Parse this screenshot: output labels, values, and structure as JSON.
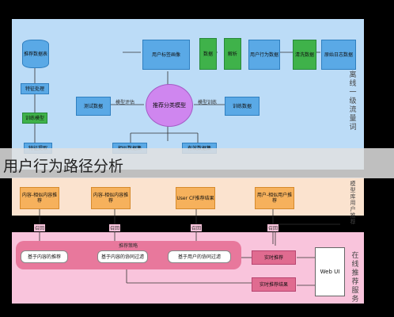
{
  "banner": {
    "text": "用户行为路径分析"
  },
  "side_labels": {
    "top": "离线一级流量词",
    "mid": "模型库用户推荐",
    "bot": "在线推荐服务"
  },
  "top_boxes": {
    "cylinder": "推荐数据表",
    "feature": "特征处理",
    "model_train": "训练模型",
    "ctx_feature": "特征提取",
    "user_profile_table": "用户标签画像",
    "b1": "数据",
    "b2": "解析",
    "user_behavior": "用户行为数据",
    "clean": "清洗数据",
    "raw_logs": "原始日志数据",
    "test_data": "测试数据",
    "model_eval": "模型评估",
    "center": "推荐分类模型",
    "model_train2": "模型训练",
    "train_data": "训练数据",
    "output_a": "相似数据集",
    "output_b": "有效数据集"
  },
  "mid_boxes": [
    "内容-相似内容推荐",
    "内容-相似内容推荐",
    "User CF推荐结果",
    "用户-相似用户推荐"
  ],
  "bot": {
    "conn_labels": [
      "召回",
      "召回",
      "召回",
      "召回"
    ],
    "group_label": "推荐策略",
    "pill1": "基于内容的推荐",
    "pill2": "基于内容的协同过滤",
    "pill3": "基于用户的协同过滤",
    "realtime": "实时推荐",
    "result": "实时推荐结果",
    "web": "Web UI"
  }
}
